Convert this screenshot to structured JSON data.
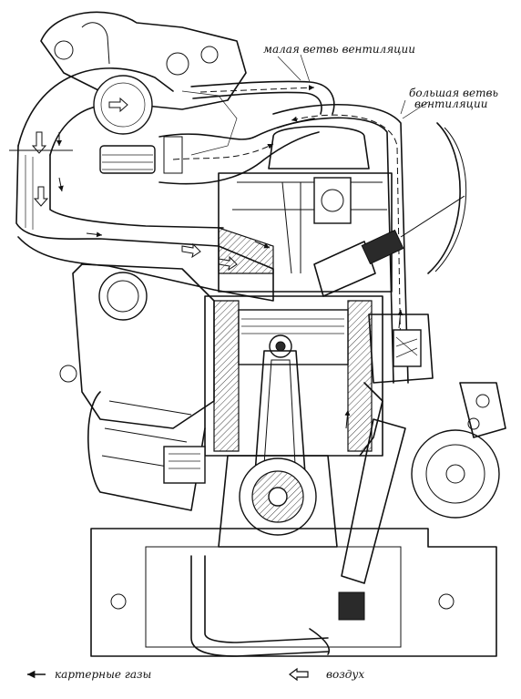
{
  "labels": {
    "small_branch": "малая ветвь вентиляции",
    "big_branch_line1": "большая ветвь",
    "big_branch_line2": "вентиляции"
  },
  "legend": {
    "crankcase_gases": "картерные газы",
    "air": "воздух"
  },
  "colors": {
    "line": "#111111",
    "background": "#ffffff"
  },
  "icons": {
    "crankcase_arrow": "solid-left-arrow",
    "air_arrow": "hollow-left-arrow"
  }
}
